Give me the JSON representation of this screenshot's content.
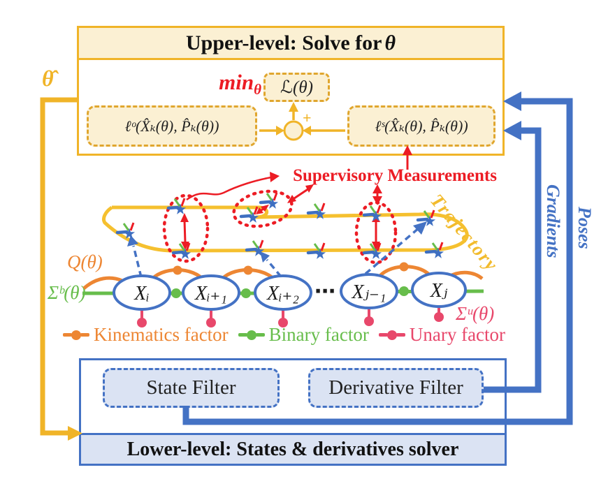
{
  "upper_panel": {
    "title_prefix": "Upper-level: Solve for ",
    "title_theta": "θ",
    "min_label": "min",
    "min_sub": "θ",
    "objective": "ℒ(θ)",
    "plus": "+",
    "loss_observed": "ℓᵒ(X̂ₖ(θ), P̂ₖ(θ))",
    "loss_supervisory": "ℓˢ(X̂ₖ(θ), P̂ₖ(θ))"
  },
  "feedback": {
    "theta_hat": "θ̂",
    "gradients": "Gradients",
    "poses": "Poses"
  },
  "middle": {
    "supervisory": "Supervisory Measurements",
    "trajectory": "Trajectory",
    "q_theta": "Q(θ)",
    "sigma_b": "Σᵇ(θ)",
    "sigma_u": "Σᵘ(θ)",
    "ellipsis": "⋯",
    "nodes": [
      "Xᵢ",
      "Xᵢ₊₁",
      "Xᵢ₊₂",
      "Xⱼ₋₁",
      "Xⱼ"
    ]
  },
  "legend": {
    "items": [
      {
        "label": "Kinematics factor",
        "color": "#ED8633"
      },
      {
        "label": "Binary factor",
        "color": "#67BD4B"
      },
      {
        "label": "Unary factor",
        "color": "#E8486B"
      }
    ]
  },
  "lower_panel": {
    "title": "Lower-level: States & derivatives solver",
    "state_filter": "State Filter",
    "derivative_filter": "Derivative Filter"
  },
  "colors": {
    "gold": "#F0B428",
    "cream": "#FBF0D3",
    "blue": "#4472C4",
    "light_blue": "#DBE3F3",
    "red": "#EC1C24",
    "orange": "#ED8633",
    "green": "#67BD4B",
    "crimson": "#E8486B"
  }
}
